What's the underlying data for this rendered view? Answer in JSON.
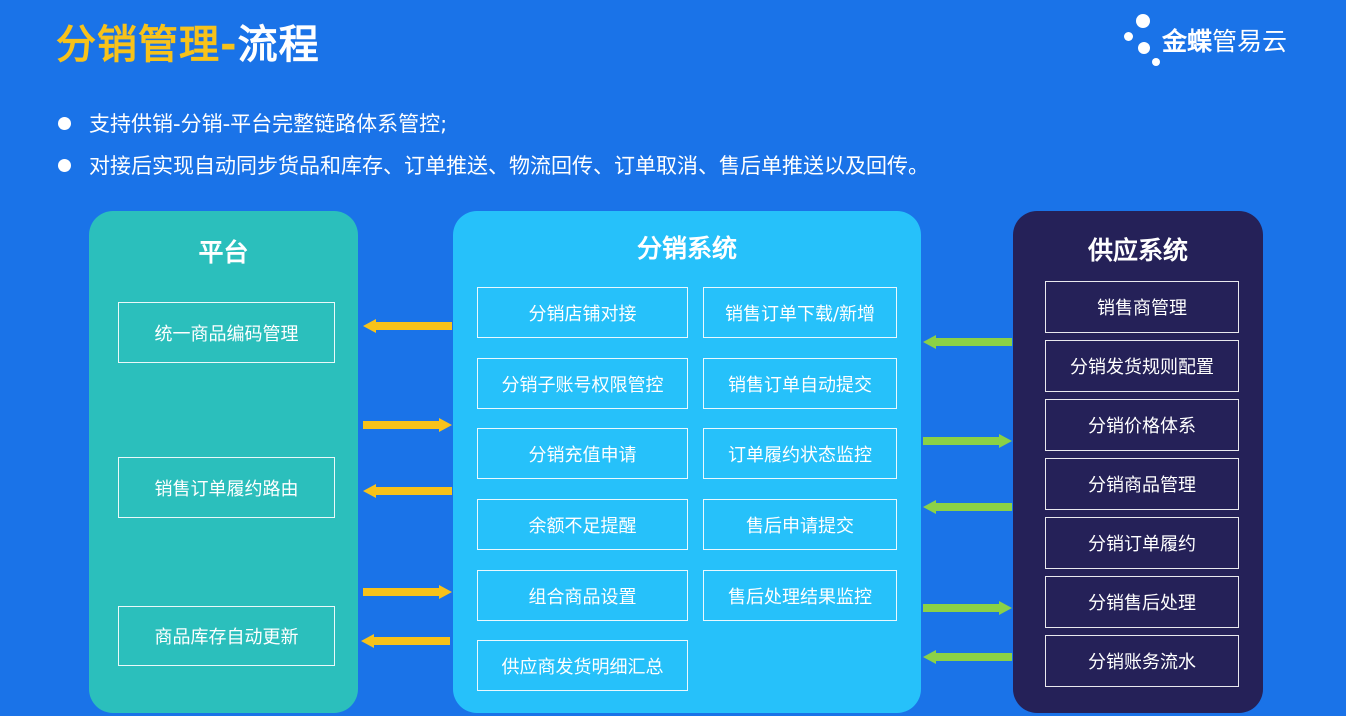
{
  "header": {
    "title_highlight": "分销管理-",
    "title_rest": "流程",
    "logo_text_bold": "金蝶",
    "logo_text_regular": "管易云"
  },
  "bullets": [
    "支持供销-分销-平台完整链路体系管控;",
    "对接后实现自动同步货品和库存、订单推送、物流回传、订单取消、售后单推送以及回传。"
  ],
  "platform": {
    "title": "平台",
    "items": [
      "统一商品编码管理",
      "销售订单履约路由",
      "商品库存自动更新"
    ]
  },
  "distribution": {
    "title": "分销系统",
    "left_items": [
      "分销店铺对接",
      "分销子账号权限管控",
      "分销充值申请",
      "余额不足提醒",
      "组合商品设置",
      "供应商发货明细汇总"
    ],
    "right_items": [
      "销售订单下载/新增",
      "销售订单自动提交",
      "订单履约状态监控",
      "售后申请提交",
      "售后处理结果监控"
    ]
  },
  "supply": {
    "title": "供应系统",
    "items": [
      "销售商管理",
      "分销发货规则配置",
      "分销价格体系",
      "分销商品管理",
      "分销订单履约",
      "分销售后处理",
      "分销账务流水"
    ]
  },
  "colors": {
    "background": "#1a73e8",
    "platform_panel": "#2bbfbc",
    "distribution_panel": "#26c1fa",
    "supply_panel": "#252158",
    "title_highlight": "#f7c21a",
    "arrow_yellow": "#f7c21a",
    "arrow_green": "#8bd146"
  }
}
